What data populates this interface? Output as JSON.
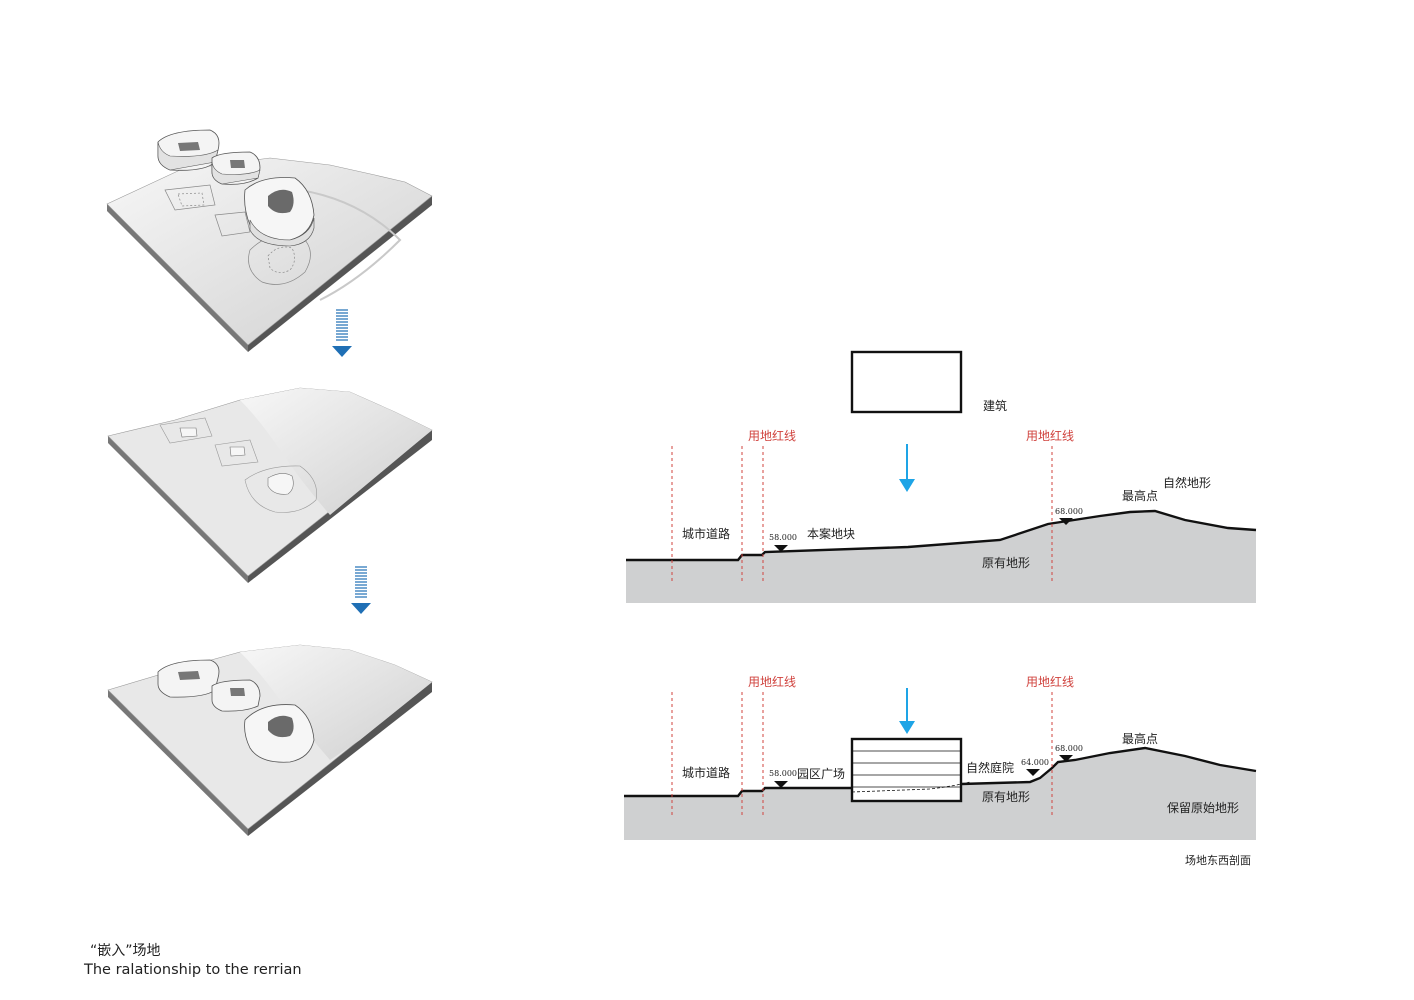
{
  "caption": {
    "title_zh": "“嵌入”场地",
    "title_en": "The  ralationship to the rerrian"
  },
  "section_top": {
    "building_label": "建筑",
    "red_line_left": "用地红线",
    "red_line_right": "用地红线",
    "city_road": "城市道路",
    "site_plot": "本案地块",
    "original_terrain": "原有地形",
    "highest_point": "最高点",
    "natural_terrain": "自然地形",
    "elev_low": "58.000",
    "elev_high": "68.000"
  },
  "section_bottom": {
    "red_line_left": "用地红线",
    "red_line_right": "用地红线",
    "city_road": "城市道路",
    "park_plaza": "园区广场",
    "natural_courtyard": "自然庭院",
    "original_terrain": "原有地形",
    "highest_point": "最高点",
    "preserved_terrain": "保留原始地形",
    "elev_low": "58.000",
    "elev_mid": "64.000",
    "elev_high": "68.000",
    "section_title": "场地东西剖面"
  },
  "colors": {
    "arrow_blue_dark": "#1f6fb5",
    "arrow_blue_light": "#1ea4e6",
    "red_line": "#d0433e",
    "ground_fill": "#cfd0d1",
    "line_black": "#111111"
  }
}
